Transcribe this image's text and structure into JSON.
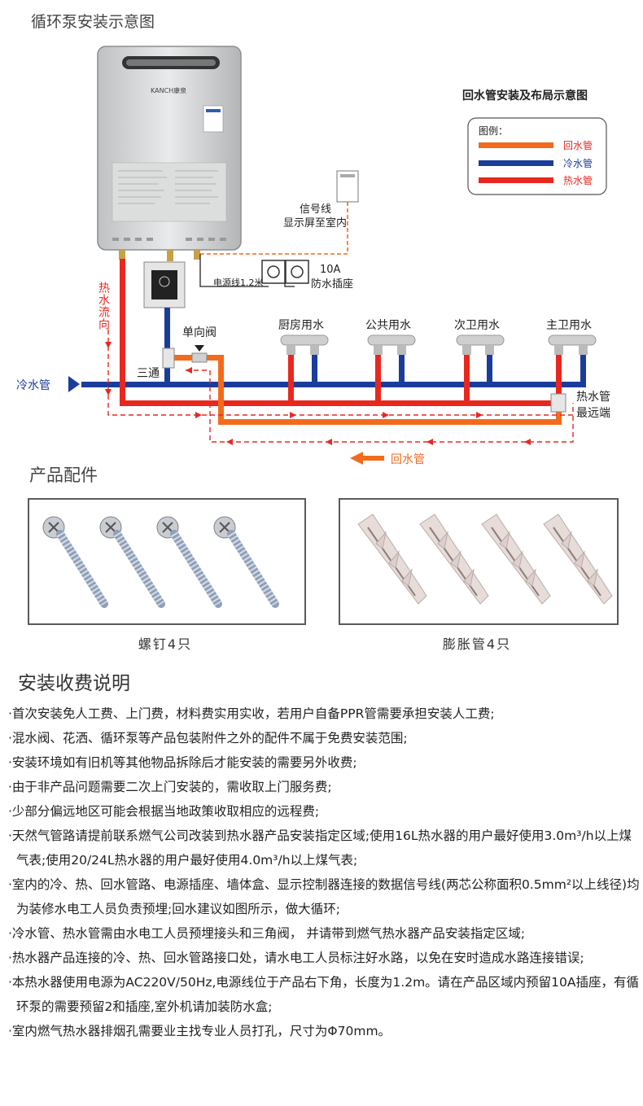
{
  "page_title": "循环泵安装示意图",
  "heater_brand": "KANCH康泉",
  "legend": {
    "title": "回水管安装及布局示意图",
    "caption": "图例：",
    "items": [
      {
        "label": "回水管",
        "color": "#f26b1d"
      },
      {
        "label": "冷水管",
        "color": "#1a3d9c"
      },
      {
        "label": "热水管",
        "color": "#e8281f"
      }
    ]
  },
  "labels": {
    "signal_line": "信号线",
    "display_indoor": "显示屏至室内",
    "power_cable": "电源线1.2米",
    "socket_amp": "10A",
    "socket_name": "防水插座",
    "hot_flow": "热水流向",
    "check_valve": "单向阀",
    "tee": "三通",
    "cold_pipe": "冷水管",
    "hot_far_1": "热水管",
    "hot_far_2": "最远端",
    "return_pipe": "回水管",
    "outlets": [
      "厨房用水",
      "公共用水",
      "次卫用水",
      "主卫用水"
    ]
  },
  "accessories": {
    "title": "产品配件",
    "items": [
      {
        "caption": "螺钉4只",
        "icon": "screw-icon"
      },
      {
        "caption": "膨胀管4只",
        "icon": "anchor-icon"
      }
    ]
  },
  "notes": {
    "title": "安装收费说明",
    "items": [
      "·首次安装免人工费、上门费，材料费实用实收，若用户自备PPR管需要承担安装人工费;",
      "·混水阀、花洒、循环泵等产品包装附件之外的配件不属于免费安装范围;",
      "·安装环境如有旧机等其他物品拆除后才能安装的需要另外收费;",
      "·由于非产品问题需要二次上门安装的，需收取上门服务费;",
      "·少部分偏远地区可能会根据当地政策收取相应的远程费;",
      "·天然气管路请提前联系燃气公司改装到热水器产品安装指定区域;使用16L热水器的用户最好使用3.0m³/h以上煤气表;使用20/24L热水器的用户最好使用4.0m³/h以上煤气表;",
      "·室内的冷、热、回水管路、电源插座、墙体盒、显示控制器连接的数据信号线(两芯公称面积0.5mm²以上线径)均为装修水电工人员负责预埋;回水建议如图所示，做大循环;",
      "·冷水管、热水管需由水电工人员预埋接头和三角阀， 并请带到燃气热水器产品安装指定区域;",
      "·热水器产品连接的冷、热、回水管路接口处，请水电工人员标注好水路，以免在安时造成水路连接错误;",
      "·本热水器使用电源为AC220V/50Hz,电源线位于产品右下角，长度为1.2m。请在产品区域内预留10A插座，有循环泵的需要预留2和插座,室外机请加装防水盒;",
      "·室内燃气热水器排烟孔需要业主找专业人员打孔，尺寸为Φ70mm。"
    ]
  }
}
